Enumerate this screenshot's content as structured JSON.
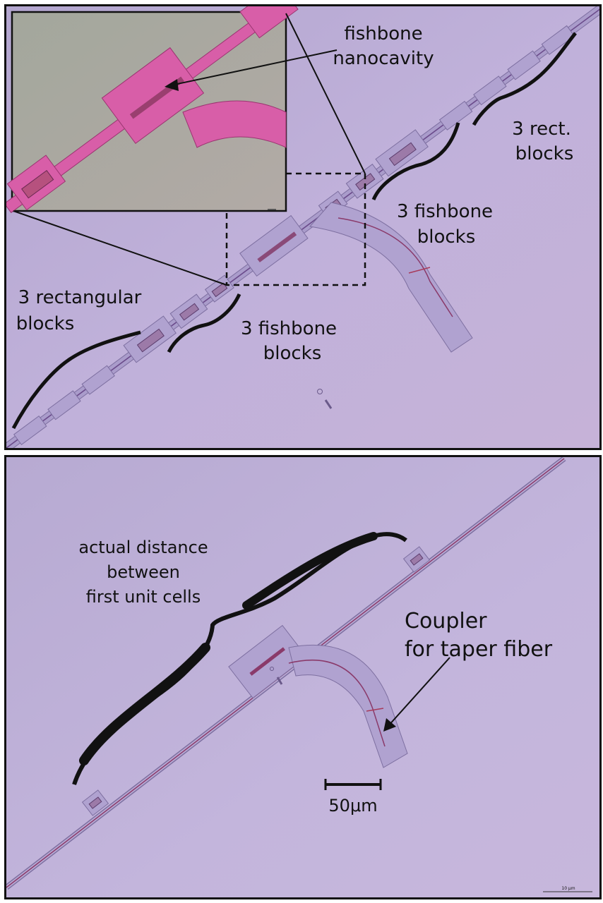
{
  "panel_top": {
    "inset_label_line1": "fishbone",
    "inset_label_line2": "nanocavity",
    "label_rect_line1": "3 rect.",
    "label_rect_line2": "blocks",
    "label_fishbone_upper_line1": "3 fishbone",
    "label_fishbone_upper_line2": "blocks",
    "label_fishbone_lower_line1": "3 fishbone",
    "label_fishbone_lower_line2": "blocks",
    "label_rectangular_line1": "3 rectangular",
    "label_rectangular_line2": "blocks"
  },
  "panel_bottom": {
    "distance_line1": "actual distance",
    "distance_line2": "between",
    "distance_line3": "first unit cells",
    "coupler_line1": "Coupler",
    "coupler_line2": "for taper fiber",
    "scalebar_label": "50μm",
    "corner_scale_label": "10 μm"
  },
  "colors": {
    "substrate": "#b9a8d4",
    "substrate_light": "#c3b3dc",
    "device": "#a99ac8",
    "device_edge": "#7d6fa0",
    "waveguide": "#8a3a6a",
    "inset_background": "#a8a89e",
    "inset_device": "#d85ea8"
  }
}
